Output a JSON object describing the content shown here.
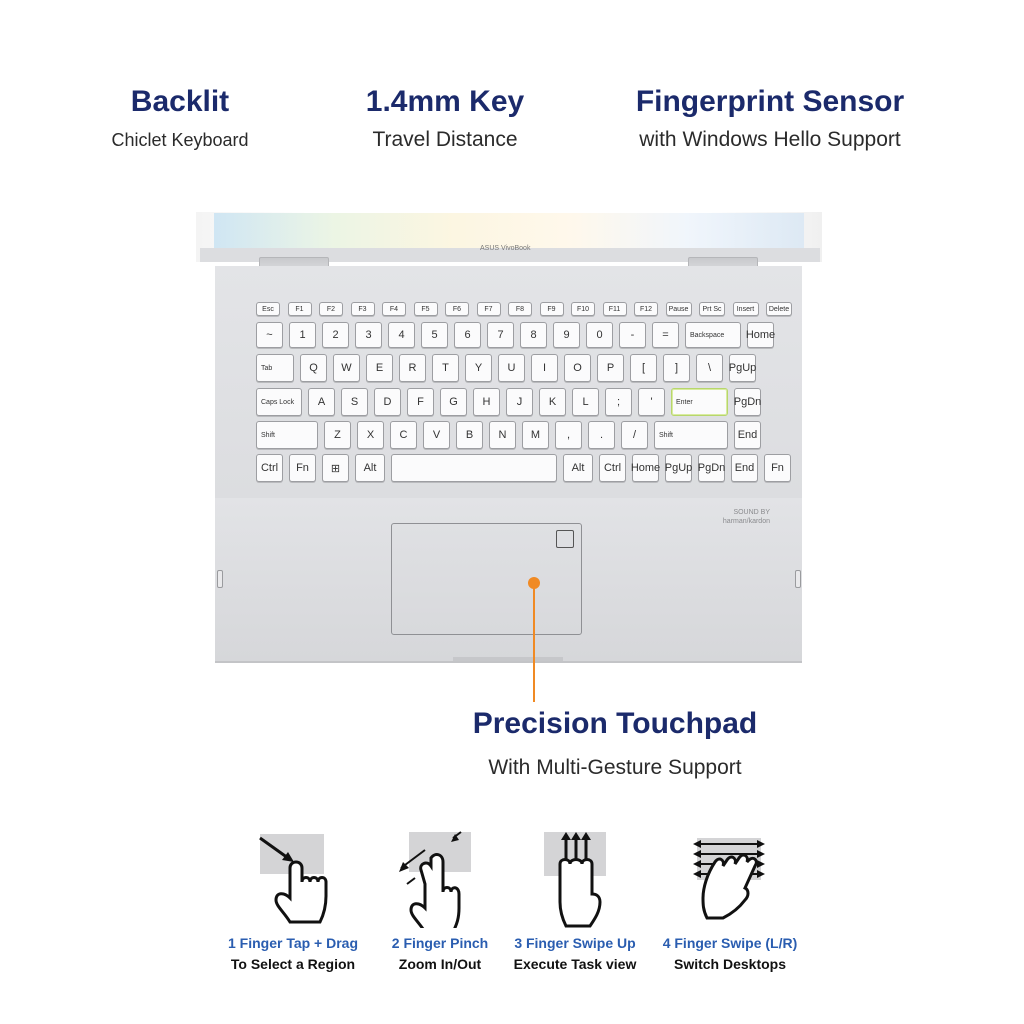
{
  "features": [
    {
      "title": "Backlit",
      "subtitle": "Chiclet Keyboard"
    },
    {
      "title": "1.4mm Key",
      "subtitle": "Travel Distance"
    },
    {
      "title": "Fingerprint Sensor",
      "subtitle": "with Windows Hello Support"
    }
  ],
  "touchpad": {
    "title": "Precision Touchpad",
    "subtitle": "With Multi-Gesture Support"
  },
  "gestures": [
    {
      "label": "1 Finger Tap + Drag",
      "desc": "To Select a Region",
      "icon": "one-finger-drag-icon"
    },
    {
      "label": "2 Finger Pinch",
      "desc": "Zoom In/Out",
      "icon": "two-finger-pinch-icon"
    },
    {
      "label": "3 Finger Swipe Up",
      "desc": "Execute Task view",
      "icon": "three-finger-swipe-icon"
    },
    {
      "label": "4 Finger Swipe (L/R)",
      "desc": "Switch Desktops",
      "icon": "four-finger-swipe-icon"
    }
  ],
  "laptop": {
    "brand": "ASUS VivoBook",
    "speaker_brand": "SOUND BY harman/kardon"
  },
  "keyboard": {
    "rows": [
      [
        "Esc",
        "F1",
        "F2",
        "F3",
        "F4",
        "F5",
        "F6",
        "F7",
        "F8",
        "F9",
        "F10",
        "F11",
        "F12",
        "Pause",
        "Prt Sc",
        "Insert",
        "Delete"
      ],
      [
        "~",
        "1",
        "2",
        "3",
        "4",
        "5",
        "6",
        "7",
        "8",
        "9",
        "0",
        "-",
        "=",
        "Backspace",
        "Home"
      ],
      [
        "Tab",
        "Q",
        "W",
        "E",
        "R",
        "T",
        "Y",
        "U",
        "I",
        "O",
        "P",
        "[",
        "]",
        "\\",
        "PgUp"
      ],
      [
        "Caps Lock",
        "A",
        "S",
        "D",
        "F",
        "G",
        "H",
        "J",
        "K",
        "L",
        ";",
        "'",
        "Enter",
        "PgDn"
      ],
      [
        "Shift",
        "Z",
        "X",
        "C",
        "V",
        "B",
        "N",
        "M",
        ",",
        ".",
        "/",
        "Shift",
        "End"
      ],
      [
        "Ctrl",
        "Fn",
        "⊞",
        "Alt",
        "",
        "Alt",
        "Ctrl",
        "Home",
        "PgUp",
        "PgDn",
        "End",
        "Fn"
      ]
    ]
  },
  "colors": {
    "title": "#1b2a6b",
    "accent": "#f08a24",
    "gesture_label": "#2a5db0"
  }
}
